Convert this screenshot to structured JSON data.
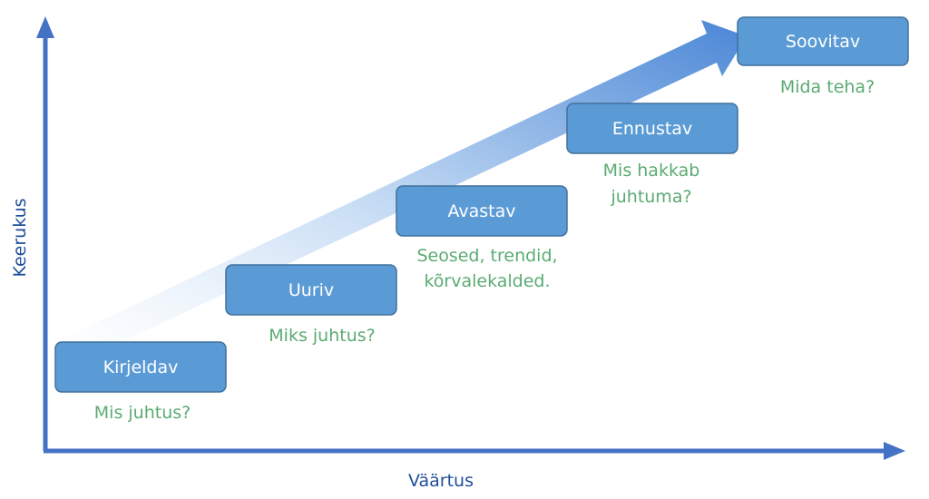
{
  "axes": {
    "x_label": "Väärtus",
    "y_label": "Keerukus"
  },
  "colors": {
    "box_fill": "#5b9bd5",
    "box_stroke": "#41719c",
    "question_text": "#5bab72",
    "axis": "#4472c4",
    "axis_label": "#1f4e9a",
    "arrow_light": "#ecf3fb",
    "arrow_dark": "#4a86d6"
  },
  "stages": [
    {
      "title": "Kirjeldav",
      "question_lines": [
        "Mis juhtus?"
      ]
    },
    {
      "title": "Uuriv",
      "question_lines": [
        "Miks juhtus?"
      ]
    },
    {
      "title": "Avastav",
      "question_lines": [
        "Seosed, trendid,",
        "kõrvalekalded."
      ]
    },
    {
      "title": "Ennustav",
      "question_lines": [
        "Mis hakkab",
        "juhtuma?"
      ]
    },
    {
      "title": "Soovitav",
      "question_lines": [
        "Mida teha?"
      ]
    }
  ]
}
